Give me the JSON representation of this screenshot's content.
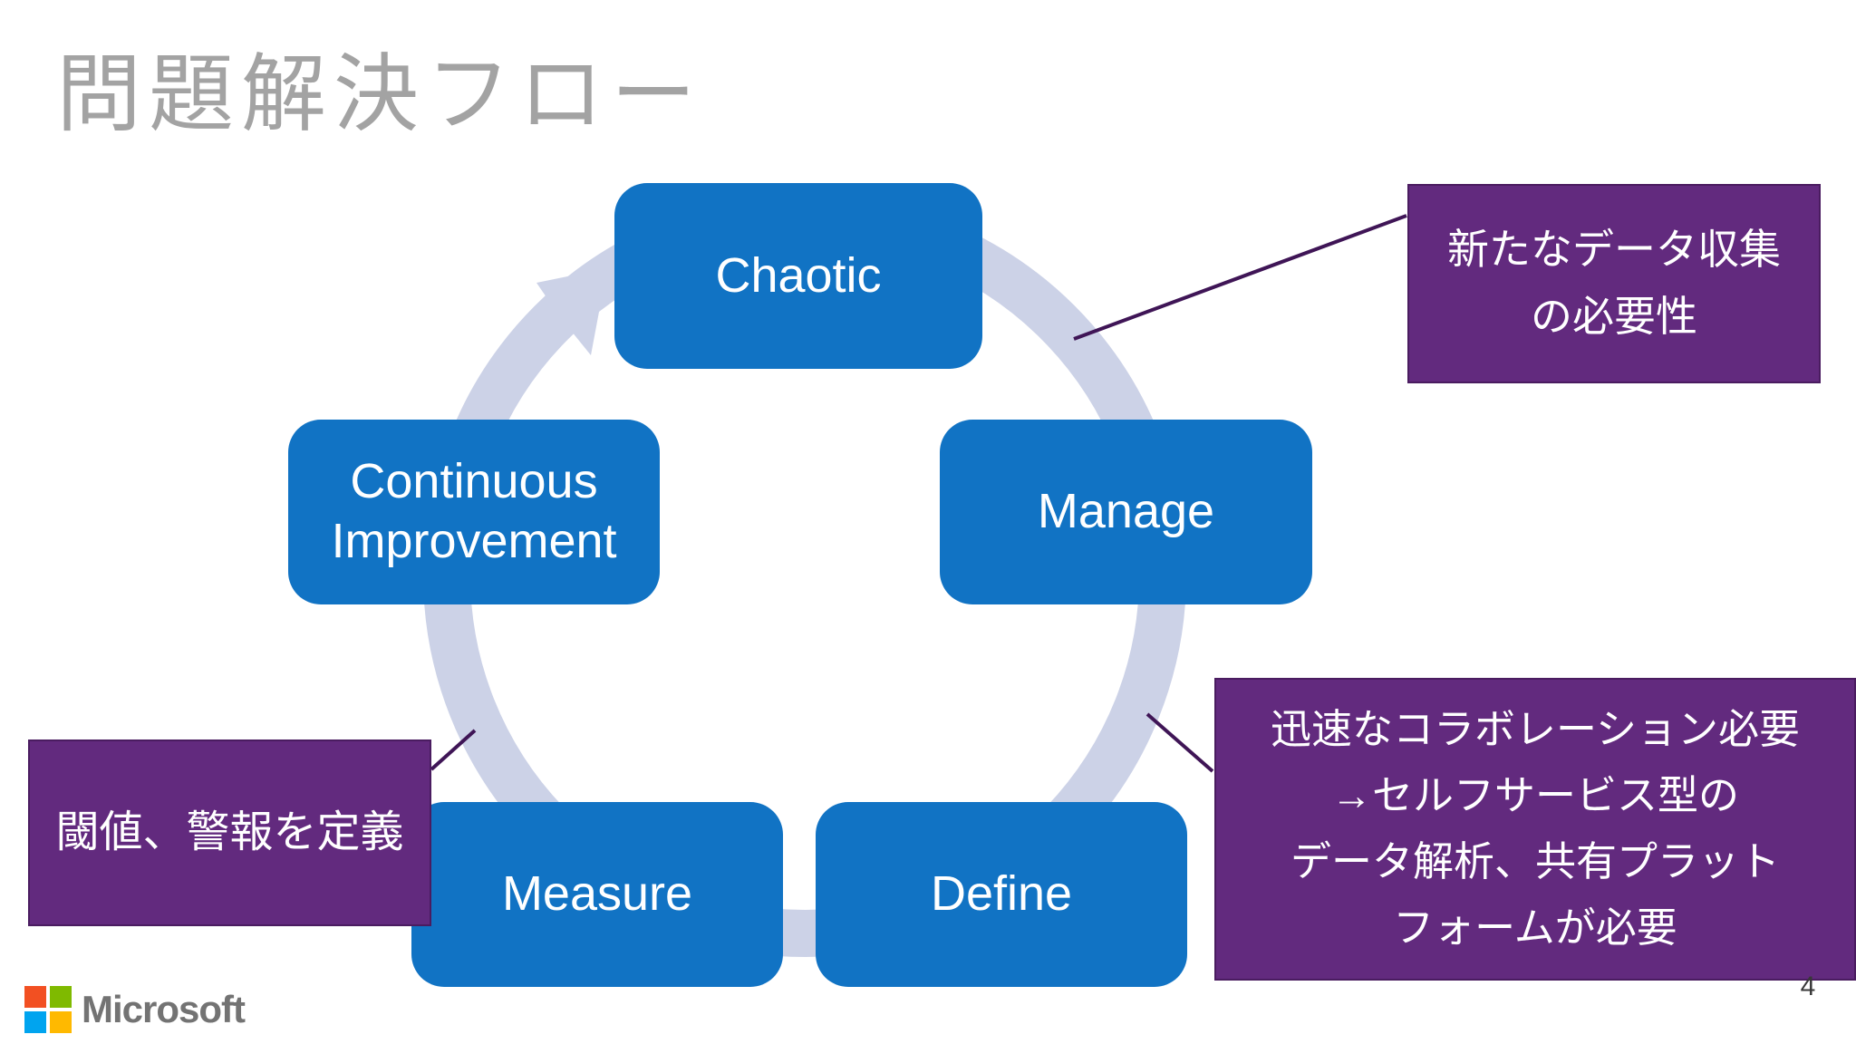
{
  "title": "問題解決フロー",
  "page_number": "4",
  "cycle": {
    "nodes": [
      {
        "label": "Chaotic"
      },
      {
        "label": "Manage"
      },
      {
        "label": "Define"
      },
      {
        "label": "Measure"
      },
      {
        "label": "Continuous\nImprovement"
      }
    ]
  },
  "callouts": {
    "new_data": {
      "text": "新たなデータ収集\nの必要性"
    },
    "collaboration": {
      "text": "迅速なコラボレーション必要\n→セルフサービス型の\nデータ解析、共有プラット\nフォームが必要"
    },
    "threshold": {
      "text": "閾値、警報を定義"
    }
  },
  "footer": {
    "brand": "Microsoft"
  },
  "colors": {
    "title_text": "#a3a3a3",
    "node_fill": "#1173c4",
    "node_text": "#ffffff",
    "ring": "#ccd2e7",
    "callout_fill": "#622a7e",
    "callout_border": "#4a1c60",
    "callout_text": "#ffffff",
    "connector": "#3f1556",
    "page_number_text": "#383838",
    "ms_red": "#f25022",
    "ms_green": "#7fba00",
    "ms_blue": "#00a4ef",
    "ms_yellow": "#ffb900",
    "ms_wordmark": "#737373"
  }
}
